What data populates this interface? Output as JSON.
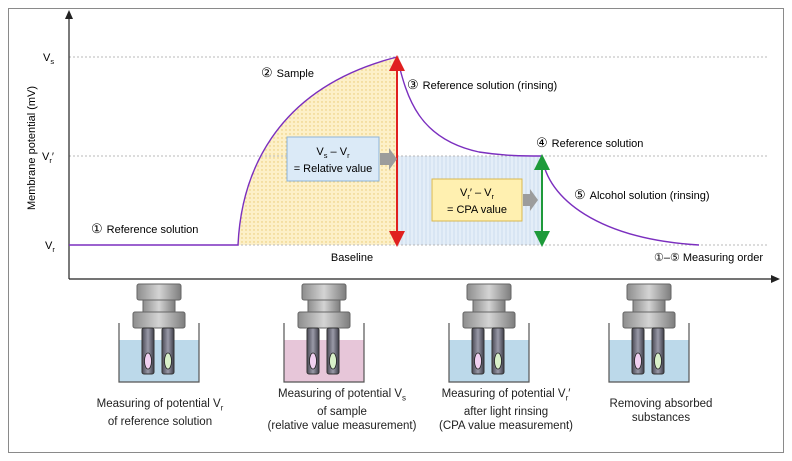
{
  "axis": {
    "ylabel": "Membrane potential (mV)",
    "ticks": {
      "vs": "V",
      "vs_sub": "s",
      "vr_prime": "V",
      "vr_prime_sub": "r",
      "vr_prime_mark": "′",
      "vr": "V",
      "vr_sub": "r"
    }
  },
  "phases": [
    {
      "num": "①",
      "label": "Reference solution"
    },
    {
      "num": "②",
      "label": "Sample"
    },
    {
      "num": "③",
      "label": "Reference solution (rinsing)"
    },
    {
      "num": "④",
      "label": "Reference solution"
    },
    {
      "num": "⑤",
      "label": "Alcohol solution (rinsing)"
    }
  ],
  "baseline_label": "Baseline",
  "order_label": "①–⑤ Measuring order",
  "relative_box": {
    "line1_a": "V",
    "line1_a_sub": "s",
    "line1_dash": " – ",
    "line1_b": "V",
    "line1_b_sub": "r",
    "line2": "= Relative value"
  },
  "cpa_box": {
    "line1_a": "V",
    "line1_a_sub": "r",
    "line1_a_mark": "′",
    "line1_dash": " – ",
    "line1_b": "V",
    "line1_b_sub": "r",
    "line2": "= CPA value"
  },
  "captions": [
    {
      "line1": "Measuring of potential V",
      "line1_sub": "r",
      "line2": "of reference solution",
      "line3": ""
    },
    {
      "line1": "Measuring of potential V",
      "line1_sub": "s",
      "line2": "of sample",
      "line3": "(relative value measurement)"
    },
    {
      "line1": "Measuring of potential V",
      "line1_sub": "r",
      "line1_mark": "′",
      "line2": "after light rinsing",
      "line3": "(CPA value measurement)"
    },
    {
      "line1": "Removing absorbed",
      "line1_sub": "",
      "line2": "substances",
      "line3": ""
    }
  ],
  "beakers": [
    {
      "liquid": "#bcd9ea"
    },
    {
      "liquid": "#e7c6d9"
    },
    {
      "liquid": "#bcd9ea"
    },
    {
      "liquid": "#bcd9ea"
    }
  ],
  "colors": {
    "curve": "#7b2fbf",
    "sample_fill": "#fbe9b6",
    "cpa_fill": "#dce9f6",
    "relative_arrow": "#e02020",
    "cpa_arrow": "#1e9a3a",
    "relative_box": "#dbeaf7",
    "cpa_box": "#fff0b0"
  }
}
